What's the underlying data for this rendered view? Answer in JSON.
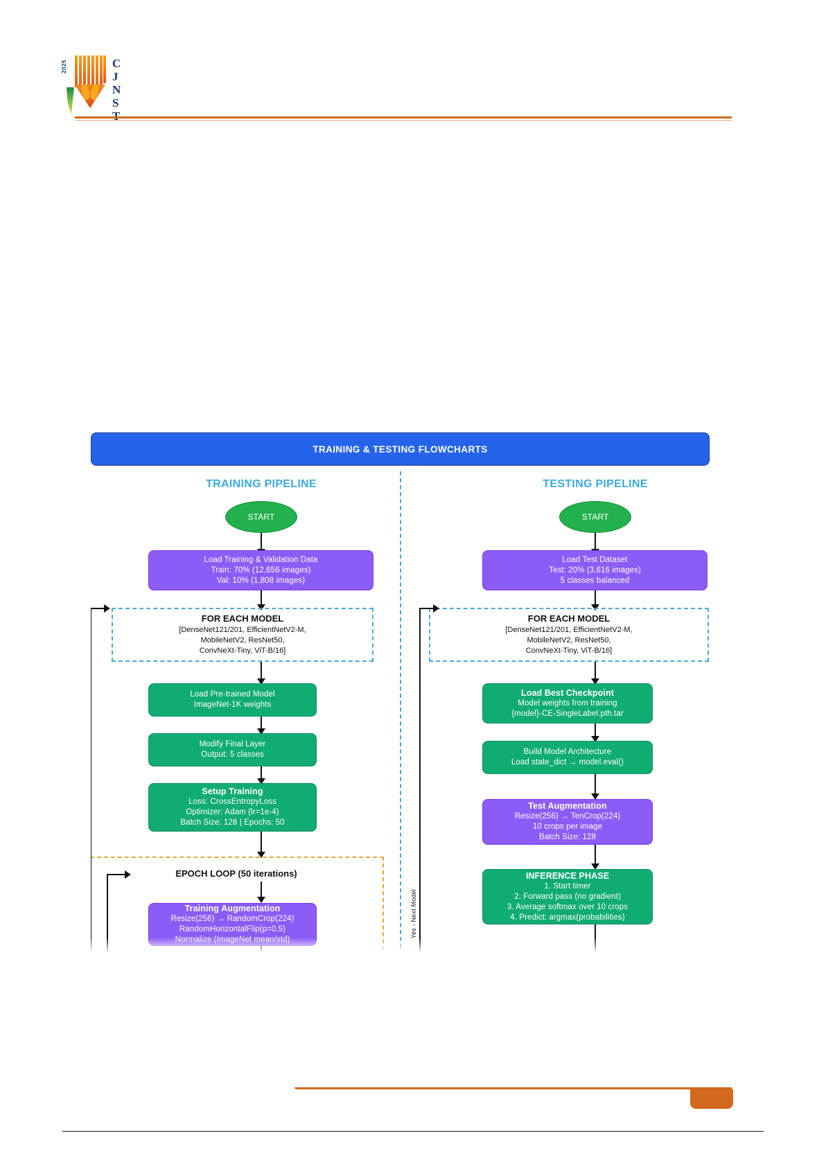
{
  "journal": {
    "logo_year": "2025",
    "logo_letters": [
      "C",
      "J",
      "N",
      "S",
      "T"
    ]
  },
  "flowchart": {
    "banner_title": "TRAINING & TESTING FLOWCHARTS",
    "training": {
      "column_title": "TRAINING PIPELINE",
      "start": "START",
      "load_data": {
        "title": "Load Training & Validation Data",
        "line2": "Train: 70% (12,656 images)",
        "line3": "Val: 10% (1,808 images)"
      },
      "for_each_model": {
        "title": "FOR EACH MODEL",
        "line2": "[DenseNet121/201, EfficientNetV2-M,",
        "line3": "MobileNetV2, ResNet50,",
        "line4": "ConvNeXt-Tiny, ViT-B/16]"
      },
      "load_pretrained": {
        "title": "Load Pre-trained Model",
        "line2": "ImageNet-1K weights"
      },
      "modify_layer": {
        "title": "Modify Final Layer",
        "line2": "Output: 5 classes"
      },
      "setup_training": {
        "title": "Setup Training",
        "line2": "Loss: CrossEntropyLoss",
        "line3": "Optimizer: Adam (lr=1e-4)",
        "line4": "Batch Size: 128 | Epochs: 50"
      },
      "epoch_loop": "EPOCH LOOP (50 iterations)",
      "train_aug": {
        "title": "Training Augmentation",
        "line2": "Resize(256) → RandomCrop(224)",
        "line3": "RandomHorizontalFlip(p=0.5)",
        "line4": "Normalize (ImageNet mean/std)"
      }
    },
    "testing": {
      "column_title": "TESTING PIPELINE",
      "start": "START",
      "load_test": {
        "title": "Load Test Dataset",
        "line2": "Test: 20% (3,616 images)",
        "line3": "5 classes balanced"
      },
      "for_each_model": {
        "title": "FOR EACH MODEL",
        "line2": "[DenseNet121/201, EfficientNetV2-M,",
        "line3": "MobileNetV2, ResNet50,",
        "line4": "ConvNeXt-Tiny, ViT-B/16]"
      },
      "load_checkpoint": {
        "title": "Load Best Checkpoint",
        "line2": "Model weights from training",
        "line3": "{model}-CE-SingleLabel.pth.tar"
      },
      "build_model": {
        "title": "Build Model Architecture",
        "line2": "Load state_dict → model.eval()"
      },
      "test_aug": {
        "title": "Test Augmentation",
        "line2": "Resize(256) → TenCrop(224)",
        "line3": "10 crops per image",
        "line4": "Batch Size: 128"
      },
      "inference": {
        "title": "INFERENCE PHASE",
        "line2": "1. Start timer",
        "line3": "2. Forward pass (no gradient)",
        "line4": "3. Average softmax over 10 crops",
        "line5": "4. Predict: argmax(probabilities)"
      },
      "loop_back_label": "Yes - Next Model"
    },
    "colors": {
      "banner": "#2563eb",
      "column_title": "#3cabe0",
      "start_node": "#22b14c",
      "purple_node": "#8b5cf6",
      "green_node": "#11ac72",
      "dashed_blue": "#4aa8e0",
      "dashed_orange": "#e0a93c",
      "rule_orange": "#d2691e"
    }
  }
}
